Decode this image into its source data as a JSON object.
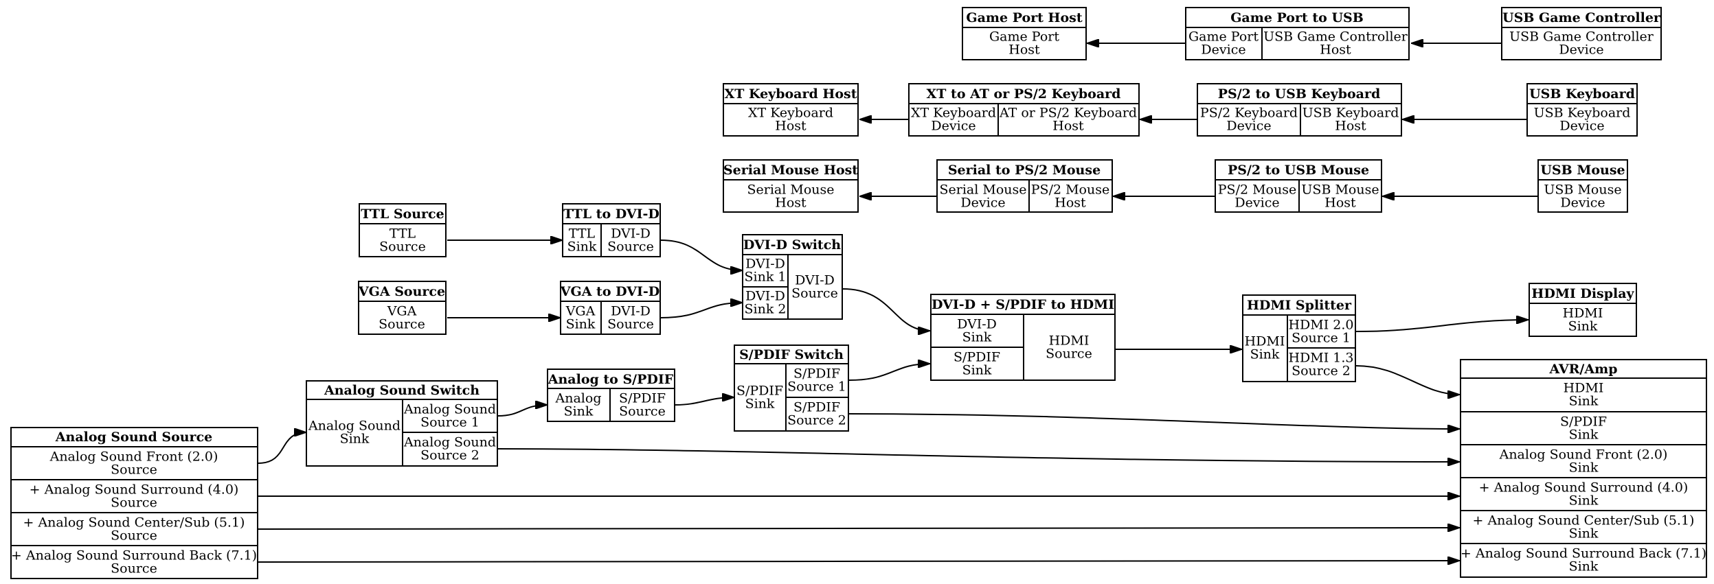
{
  "nodes": {
    "game_port_host": {
      "title": "Game Port Host",
      "port": "Game Port\nHost"
    },
    "game_port_to_usb": {
      "title": "Game Port to USB",
      "device": "Game Port\nDevice",
      "host": "USB Game Controller\nHost"
    },
    "usb_game_controller": {
      "title": "USB Game Controller",
      "port": "USB Game Controller\nDevice"
    },
    "xt_keyboard_host": {
      "title": "XT Keyboard Host",
      "port": "XT Keyboard\nHost"
    },
    "xt_to_at_ps2_keyboard": {
      "title": "XT to AT or PS/2 Keyboard",
      "device": "XT Keyboard\nDevice",
      "host": "AT or PS/2 Keyboard\nHost"
    },
    "ps2_to_usb_keyboard": {
      "title": "PS/2 to USB Keyboard",
      "device": "PS/2 Keyboard\nDevice",
      "host": "USB Keyboard\nHost"
    },
    "usb_keyboard": {
      "title": "USB Keyboard",
      "port": "USB Keyboard\nDevice"
    },
    "serial_mouse_host": {
      "title": "Serial Mouse Host",
      "port": "Serial Mouse\nHost"
    },
    "serial_to_ps2_mouse": {
      "title": "Serial to PS/2 Mouse",
      "device": "Serial Mouse\nDevice",
      "host": "PS/2 Mouse\nHost"
    },
    "ps2_to_usb_mouse": {
      "title": "PS/2 to USB Mouse",
      "device": "PS/2 Mouse\nDevice",
      "host": "USB Mouse\nHost"
    },
    "usb_mouse": {
      "title": "USB Mouse",
      "port": "USB Mouse\nDevice"
    },
    "ttl_source": {
      "title": "TTL Source",
      "port": "TTL\nSource"
    },
    "ttl_to_dvid": {
      "title": "TTL to DVI-D",
      "sink": "TTL\nSink",
      "source": "DVI-D\nSource"
    },
    "vga_source": {
      "title": "VGA Source",
      "port": "VGA\nSource"
    },
    "vga_to_dvid": {
      "title": "VGA to DVI-D",
      "sink": "VGA\nSink",
      "source": "DVI-D\nSource"
    },
    "dvid_switch": {
      "title": "DVI-D Switch",
      "sink1": "DVI-D\nSink 1",
      "sink2": "DVI-D\nSink 2",
      "source": "DVI-D\nSource"
    },
    "dvid_spdif_to_hdmi": {
      "title": "DVI-D + S/PDIF to HDMI",
      "dvid_sink": "DVI-D\nSink",
      "spdif_sink": "S/PDIF\nSink",
      "source": "HDMI\nSource"
    },
    "hdmi_splitter": {
      "title": "HDMI Splitter",
      "sink": "HDMI\nSink",
      "source1": "HDMI 2.0\nSource 1",
      "source2": "HDMI 1.3\nSource 2"
    },
    "hdmi_display": {
      "title": "HDMI Display",
      "port": "HDMI\nSink"
    },
    "spdif_switch": {
      "title": "S/PDIF Switch",
      "sink": "S/PDIF\nSink",
      "source1": "S/PDIF\nSource 1",
      "source2": "S/PDIF\nSource 2"
    },
    "analog_to_spdif": {
      "title": "Analog to S/PDIF",
      "sink": "Analog\nSink",
      "source": "S/PDIF\nSource"
    },
    "analog_sound_switch": {
      "title": "Analog Sound Switch",
      "sink": "Analog Sound\nSink",
      "source1": "Analog Sound\nSource 1",
      "source2": "Analog Sound\nSource 2"
    },
    "analog_sound_source": {
      "title": "Analog Sound Source",
      "ports": [
        "Analog Sound Front (2.0)\nSource",
        "+ Analog Sound Surround (4.0)\nSource",
        "+ Analog Sound Center/Sub (5.1)\nSource",
        "+ Analog Sound Surround Back (7.1)\nSource"
      ]
    },
    "avr_amp": {
      "title": "AVR/Amp",
      "ports": [
        "HDMI\nSink",
        "S/PDIF\nSink",
        "Analog Sound Front (2.0)\nSink",
        "+ Analog Sound Surround (4.0)\nSink",
        "+ Analog Sound Center/Sub (5.1)\nSink",
        "+ Analog Sound Surround Back (7.1)\nSink"
      ]
    }
  },
  "edges": [
    {
      "from": "game_port_to_usb.device",
      "to": "game_port_host.port"
    },
    {
      "from": "usb_game_controller.port",
      "to": "game_port_to_usb.host"
    },
    {
      "from": "xt_to_at_ps2_keyboard.device",
      "to": "xt_keyboard_host.port"
    },
    {
      "from": "ps2_to_usb_keyboard.device",
      "to": "xt_to_at_ps2_keyboard.host"
    },
    {
      "from": "usb_keyboard.port",
      "to": "ps2_to_usb_keyboard.host"
    },
    {
      "from": "serial_to_ps2_mouse.device",
      "to": "serial_mouse_host.port"
    },
    {
      "from": "ps2_to_usb_mouse.device",
      "to": "serial_to_ps2_mouse.host"
    },
    {
      "from": "usb_mouse.port",
      "to": "ps2_to_usb_mouse.host"
    },
    {
      "from": "ttl_source.port",
      "to": "ttl_to_dvid.sink"
    },
    {
      "from": "ttl_to_dvid.source",
      "to": "dvid_switch.sink1"
    },
    {
      "from": "vga_source.port",
      "to": "vga_to_dvid.sink"
    },
    {
      "from": "vga_to_dvid.source",
      "to": "dvid_switch.sink2"
    },
    {
      "from": "dvid_switch.source",
      "to": "dvid_spdif_to_hdmi.dvid_sink"
    },
    {
      "from": "spdif_switch.source1",
      "to": "dvid_spdif_to_hdmi.spdif_sink"
    },
    {
      "from": "dvid_spdif_to_hdmi.source",
      "to": "hdmi_splitter.sink"
    },
    {
      "from": "hdmi_splitter.source1",
      "to": "hdmi_display.port"
    },
    {
      "from": "hdmi_splitter.source2",
      "to": "avr_amp.ports.0"
    },
    {
      "from": "spdif_switch.source2",
      "to": "avr_amp.ports.1"
    },
    {
      "from": "analog_to_spdif.source",
      "to": "spdif_switch.sink"
    },
    {
      "from": "analog_sound_switch.source1",
      "to": "analog_to_spdif.sink"
    },
    {
      "from": "analog_sound_switch.source2",
      "to": "avr_amp.ports.2"
    },
    {
      "from": "analog_sound_source.ports.0",
      "to": "analog_sound_switch.sink"
    },
    {
      "from": "analog_sound_source.ports.1",
      "to": "avr_amp.ports.3"
    },
    {
      "from": "analog_sound_source.ports.2",
      "to": "avr_amp.ports.4"
    },
    {
      "from": "analog_sound_source.ports.3",
      "to": "avr_amp.ports.5"
    }
  ]
}
